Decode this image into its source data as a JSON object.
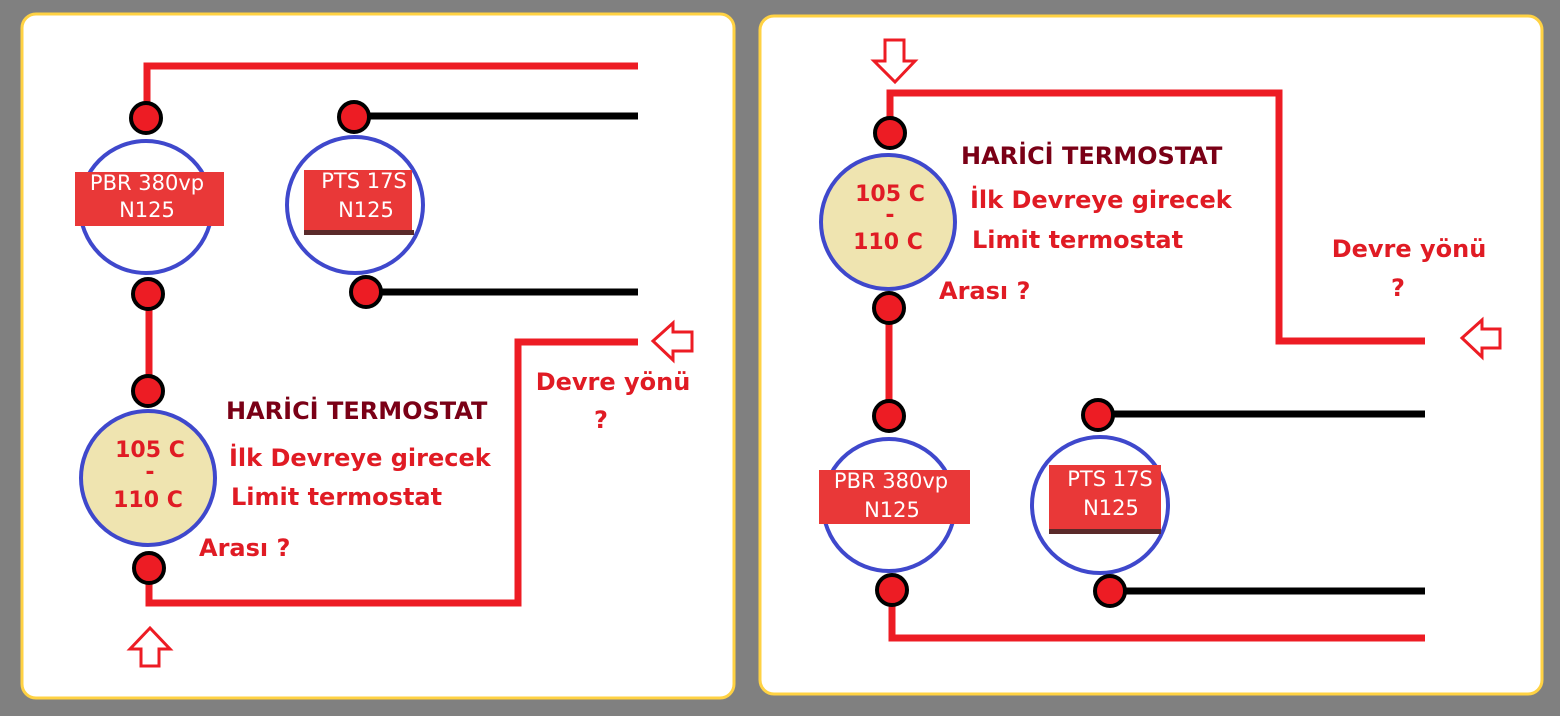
{
  "colors": {
    "wire_red": "#ed1c24",
    "wire_black": "#000000",
    "ring_blue": "#3f48cc",
    "terminal_red": "#ed1c24",
    "terminal_outline": "#000000",
    "thermostat_fill": "#efe4b0",
    "plate_fill": "#e93838",
    "title_color": "#7a0016",
    "label_color": "#e01b24",
    "panel_border": "#ffd243",
    "background": "#808080"
  },
  "left_panel": {
    "thermostat_1": {
      "line1": "PBR 380vp",
      "line2": "N125"
    },
    "thermostat_2": {
      "line1": "PTS 17S",
      "line2": "N125"
    },
    "limit_thermostat": {
      "top": "105 C",
      "dash": "-",
      "bottom": "110 C"
    },
    "title": "HARİCİ TERMOSTAT",
    "note_1": "İlk Devreye girecek",
    "note_2": "Limit termostat",
    "note_3": "Arası ?",
    "direction_label": "Devre yönü",
    "direction_q": "?"
  },
  "right_panel": {
    "thermostat_1": {
      "line1": "PBR 380vp",
      "line2": "N125"
    },
    "thermostat_2": {
      "line1": "PTS 17S",
      "line2": "N125"
    },
    "limit_thermostat": {
      "top": "105 C",
      "dash": "-",
      "bottom": "110 C"
    },
    "title": "HARİCİ TERMOSTAT",
    "note_1": "İlk Devreye girecek",
    "note_2": "Limit termostat",
    "note_3": "Arası ?",
    "direction_label": "Devre yönü",
    "direction_q": "?"
  }
}
